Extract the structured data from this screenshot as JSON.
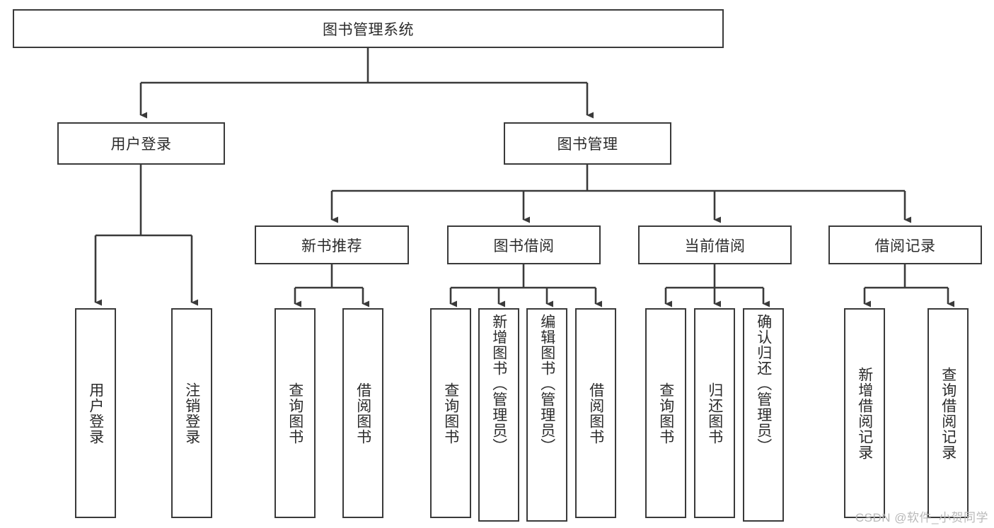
{
  "diagram": {
    "title": "图书管理系统",
    "type": "tree",
    "watermark": "CSDN @软件_小贺同学",
    "colors": {
      "stroke": "#3a3a3a",
      "box_fill": "#ffffff",
      "text": "#2b2b2b",
      "watermark": "#b9b9b9",
      "background": "#ffffff"
    },
    "root": {
      "label": "图书管理系统"
    },
    "level2": [
      {
        "label": "用户登录"
      },
      {
        "label": "图书管理"
      }
    ],
    "level3": [
      {
        "label": "新书推荐"
      },
      {
        "label": "图书借阅"
      },
      {
        "label": "当前借阅"
      },
      {
        "label": "借阅记录"
      }
    ],
    "leaves": {
      "user_login": [
        {
          "label": "用户登录"
        },
        {
          "label": "注销登录"
        }
      ],
      "new_book": [
        {
          "label": "查询图书"
        },
        {
          "label": "借阅图书"
        }
      ],
      "book_borrow": [
        {
          "label": "查询图书"
        },
        {
          "label": "新增图书（管理员）"
        },
        {
          "label": "编辑图书（管理员）"
        },
        {
          "label": "借阅图书"
        }
      ],
      "current_borrow": [
        {
          "label": "查询图书"
        },
        {
          "label": "归还图书"
        },
        {
          "label": "确认归还（管理员）"
        }
      ],
      "borrow_record": [
        {
          "label": "新增借阅记录"
        },
        {
          "label": "查询借阅记录"
        }
      ]
    }
  }
}
